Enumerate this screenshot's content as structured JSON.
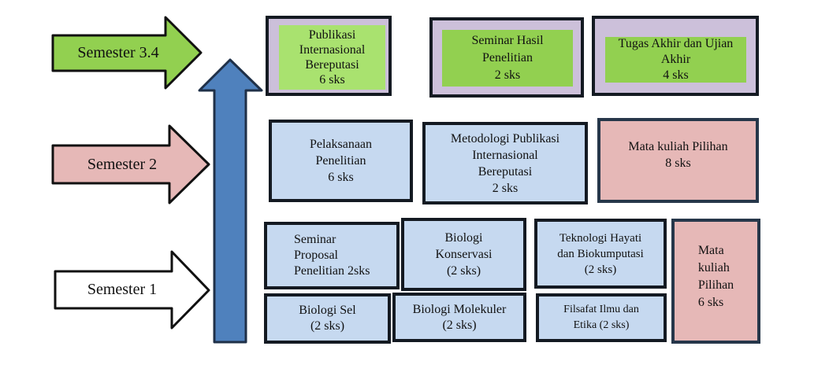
{
  "colors": {
    "green_arrow": "#92d050",
    "pink_arrow": "#e6b8b7",
    "white_arrow": "#ffffff",
    "blue_arrow": "#4f81bd",
    "box_blue": "#c6d9f0",
    "box_pink": "#e6b8b7",
    "box_lavender": "#ccc0da",
    "inner_light_green": "#a9e26f",
    "inner_green": "#92d050"
  },
  "semesters": [
    {
      "label": "Semester 3.4"
    },
    {
      "label": "Semester 2"
    },
    {
      "label": "Semester 1"
    }
  ],
  "semester34": [
    {
      "text": "Publikasi\nInternasional\nBereputasi\n6 sks"
    },
    {
      "text": "Seminar Hasil\nPenelitian\n2 sks"
    },
    {
      "text": "Tugas Akhir dan Ujian\nAkhir\n4 sks"
    }
  ],
  "semester2": [
    {
      "text": "Pelaksanaan\nPenelitian\n6 sks"
    },
    {
      "text": "Metodologi Publikasi\nInternasional\nBereputasi\n2 sks"
    },
    {
      "text": "Mata kuliah Pilihan\n8 sks"
    }
  ],
  "semester1": [
    {
      "text": "Seminar\nProposal\nPenelitian 2sks"
    },
    {
      "text": "Biologi\nKonservasi\n(2 sks)"
    },
    {
      "text": "Teknologi Hayati\ndan Biokumputasi\n(2 sks)"
    },
    {
      "text": "Mata\nkuliah\nPilihan\n6 sks"
    },
    {
      "text": "Biologi Sel\n(2  sks)"
    },
    {
      "text": "Biologi Molekuler\n(2 sks)"
    },
    {
      "text": "Filsafat Ilmu dan\nEtika (2 sks)"
    }
  ]
}
